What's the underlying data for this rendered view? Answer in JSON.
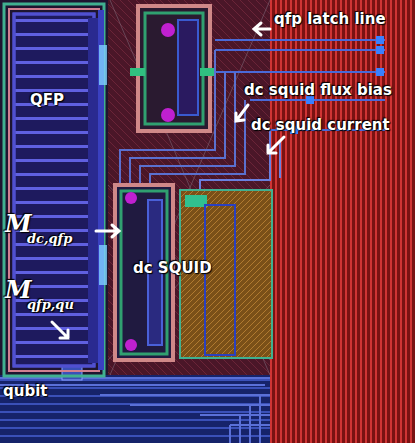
{
  "diagram": {
    "nodes": [
      {
        "text": [
          "QFP"
        ]
      },
      {
        "text": [
          "dc SQUID"
        ]
      }
    ],
    "labels": [
      "qfp latch line",
      "dc squid flux bias",
      "dc squid current",
      "M",
      "dc,qfp",
      "M",
      "qfp,qu",
      "qubit"
    ]
  }
}
